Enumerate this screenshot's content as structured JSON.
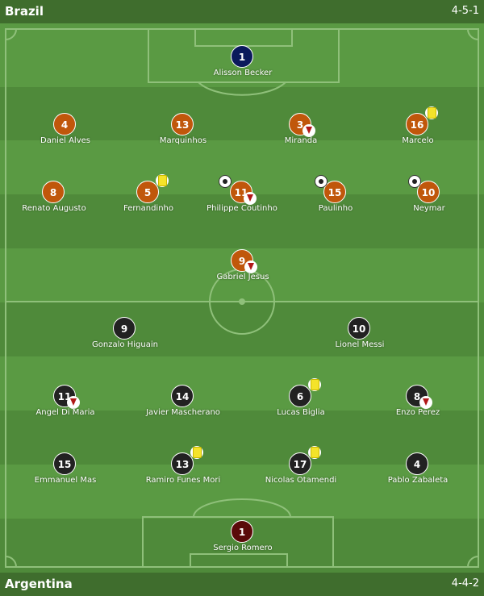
{
  "top_team": {
    "name": "Brazil",
    "formation": "4-5-1"
  },
  "bottom_team": {
    "name": "Argentina",
    "formation": "4-4-2"
  },
  "brazil": {
    "gk": {
      "number": "1",
      "name": "Alisson Becker"
    },
    "def": [
      {
        "number": "4",
        "name": "Daniel Alves"
      },
      {
        "number": "13",
        "name": "Marquinhos"
      },
      {
        "number": "3",
        "name": "Miranda"
      },
      {
        "number": "16",
        "name": "Marcelo"
      }
    ],
    "mid": [
      {
        "number": "8",
        "name": "Renato Augusto"
      },
      {
        "number": "5",
        "name": "Fernandinho"
      },
      {
        "number": "11",
        "name": "Philippe Coutinho"
      },
      {
        "number": "15",
        "name": "Paulinho"
      },
      {
        "number": "10",
        "name": "Neymar"
      }
    ],
    "fw": [
      {
        "number": "9",
        "name": "Gabriel Jesus"
      }
    ]
  },
  "argentina": {
    "fw": [
      {
        "number": "9",
        "name": "Gonzalo Higuain"
      },
      {
        "number": "10",
        "name": "Lionel Messi"
      }
    ],
    "mid": [
      {
        "number": "11",
        "name": "Angel Di Maria"
      },
      {
        "number": "14",
        "name": "Javier Mascherano"
      },
      {
        "number": "6",
        "name": "Lucas Biglia"
      },
      {
        "number": "8",
        "name": "Enzo Perez"
      }
    ],
    "def": [
      {
        "number": "15",
        "name": "Emmanuel Mas"
      },
      {
        "number": "13",
        "name": "Ramiro Funes Mori"
      },
      {
        "number": "17",
        "name": "Nicolas Otamendi"
      },
      {
        "number": "4",
        "name": "Pablo Zabaleta"
      }
    ],
    "gk": {
      "number": "1",
      "name": "Sergio Romero"
    }
  },
  "colors": {
    "brazil": "#c0570b",
    "argentina": "#222222",
    "pitch_light": "#5a9a43",
    "pitch_dark": "#4f8a3a"
  },
  "icons": {
    "yellow_card": "yellow-card-icon",
    "sub_off": "sub-off-arrow-icon",
    "goal": "soccer-ball-icon"
  }
}
